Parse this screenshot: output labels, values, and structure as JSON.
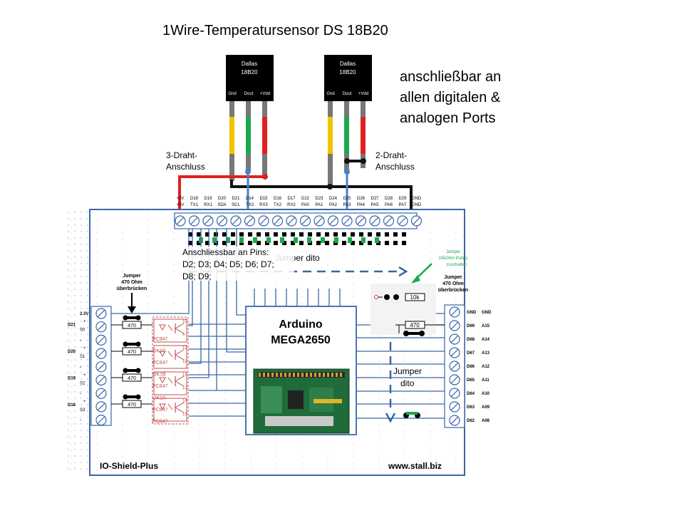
{
  "title": "1Wire-Temperatursensor  DS 18B20",
  "note_right": [
    "anschließbar an",
    "allen digitalen &",
    "analogen Ports"
  ],
  "sensor": {
    "brand": "Dallas",
    "model": "18B20",
    "pins": [
      "Gnd",
      "Dout",
      "+Vdd"
    ]
  },
  "label_3wire": [
    "3-Draht-",
    "Anschluss"
  ],
  "label_2wire": [
    "2-Draht-",
    "Anschluss"
  ],
  "header_top_row": [
    "+5V",
    "D18",
    "D19",
    "D20",
    "D21",
    "D14",
    "D15",
    "D16",
    "D17",
    "D22",
    "D23",
    "D24",
    "D25",
    "D26",
    "D27",
    "D28",
    "D29",
    "GND"
  ],
  "header_bottom_row": [
    "+5V",
    "TX1",
    "RX1",
    "SDA",
    "SCL",
    "TX3",
    "RX3",
    "TX2",
    "RX2",
    "PA0",
    "PA1",
    "PA2",
    "PA3",
    "PA4",
    "PA5",
    "PA6",
    "PA7",
    "GND"
  ],
  "pins_note": [
    "Anschliessbar an Pins:",
    "D2; D3; D4; D5; D6; D7;",
    "D8; D9;"
  ],
  "jumper_dito_top": "Jumper dito",
  "jumper_pullup": [
    "Jumper",
    "10kOhm Pullup",
    "zuschalten"
  ],
  "jumper_470_right": [
    "Jumper",
    "470 Ohm",
    "überbrücken"
  ],
  "jumper_470_left": [
    "Jumper",
    "470 Ohm",
    "überbrücken"
  ],
  "resistor_10k": "10k",
  "resistor_470": "470",
  "arduino": [
    "Arduino",
    "MEGA2650"
  ],
  "jumper_dito_right": [
    "Jumper",
    "dito"
  ],
  "right_terminals": [
    {
      "a": "GND",
      "b": "GND"
    },
    {
      "a": "D69",
      "b": "A15"
    },
    {
      "a": "D68",
      "b": "A14"
    },
    {
      "a": "D67",
      "b": "A13"
    },
    {
      "a": "D66",
      "b": "A12"
    },
    {
      "a": "D65",
      "b": "A11"
    },
    {
      "a": "D64",
      "b": "A10"
    },
    {
      "a": "D63",
      "b": "A09"
    },
    {
      "a": "D62",
      "b": "A08"
    }
  ],
  "left_labels": [
    {
      "text": "3.3V"
    },
    {
      "text": "D21",
      "mid": "+",
      "sub": "S0"
    },
    {
      "text": "-"
    },
    {
      "text": "D20",
      "mid": "+",
      "sub": "S1"
    },
    {
      "text": "-"
    },
    {
      "text": "D19",
      "mid": "+",
      "sub": "S2"
    },
    {
      "text": "-"
    },
    {
      "text": "D18",
      "mid": "+",
      "sub": "S3"
    },
    {
      "text": "-"
    }
  ],
  "left_resistors": [
    "470",
    "470",
    "470",
    "470"
  ],
  "optocouplers": [
    "PC847",
    "OK1C",
    "PC847",
    "OK1B",
    "PC847",
    "OK1A",
    "PC847",
    "PC847"
  ],
  "opto_pins": [
    "10",
    "9",
    "12",
    "11",
    "14",
    "13",
    "16",
    "15"
  ],
  "brand": "IO-Shield-Plus",
  "url": "www.stall.biz",
  "colors": {
    "red": "#e02020",
    "green": "#1aa84a",
    "yellow": "#f2c400",
    "blue": "#4a7ec8",
    "grey": "#777777",
    "board_border": "#3a66a8"
  }
}
